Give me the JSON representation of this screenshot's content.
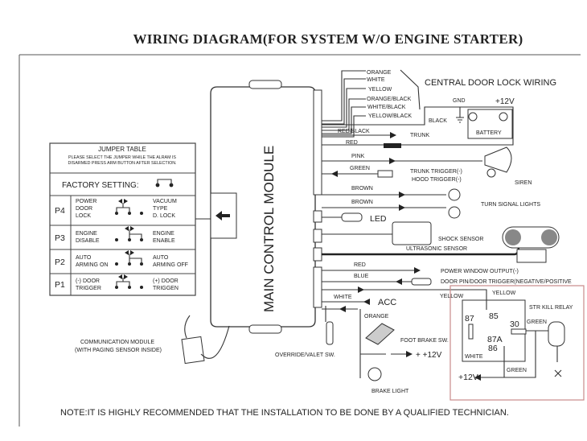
{
  "title": "WIRING  DIAGRAM(FOR SYSTEM W/O ENGINE STARTER)",
  "module_label": "MAIN CONTROL MODULE",
  "jumper_table": {
    "title": "JUMPER TABLE",
    "instructions_1": "PLEASE SELECT THE JUMPER WHILE THE ALRAM IS",
    "instructions_2": "DISARMED PRESS ARM BUTTON AFTER SELECTION.",
    "factory_setting": "FACTORY SETTING:",
    "rows": [
      {
        "id": "P4",
        "left": [
          "POWER",
          "DOOR",
          "LOCK"
        ],
        "right": [
          "VACUUM",
          "TYPE",
          "D. LOCK"
        ]
      },
      {
        "id": "P3",
        "left": [
          "ENGINE",
          "DISABLE"
        ],
        "right": [
          "ENGINE",
          "ENABLE"
        ]
      },
      {
        "id": "P2",
        "left": [
          "AUTO",
          "ARMING  ON"
        ],
        "right": [
          "AUTO",
          "ARMING  OFF"
        ]
      },
      {
        "id": "P1",
        "left": [
          "(-) DOOR",
          "TRIGGER"
        ],
        "right": [
          "(+) DOOR",
          "TRIGGEN"
        ]
      }
    ]
  },
  "door_lock": {
    "heading": "CENTRAL DOOR LOCK WIRING",
    "wires": [
      "ORANGE",
      "WHITE",
      "YELLOW",
      "ORANGE/BLACK",
      "WHITE/BLACK",
      "YELLOW/BLACK"
    ],
    "gnd": "GND",
    "plus12v": "+12V",
    "black": "BLACK",
    "battery": "BATTERY"
  },
  "wires": {
    "red_black": "RED/BLACK",
    "trunk": "TRUNK",
    "red": "RED",
    "pink": "PINK",
    "green": "GREEN",
    "trunk_trigger": "TRUNK TRIGGER(-)",
    "hood_trigger": "HOOD TRIGGER(-)",
    "siren": "SIREN",
    "brown1": "BROWN",
    "brown2": "BROWN",
    "turn_signal": "TURN SIGNAL LIGHTS",
    "led": "LED",
    "shock_sensor": "SHOCK SENSOR",
    "ultrasonic": "ULTRASONIC  SENSOR",
    "red2": "RED",
    "power_window": "POWER WINDOW OUTPUT(-)",
    "blue": "BLUE",
    "door_pin": "DOOR PIN/DOOR TRIGGER(NEGATIVE/POSITIVE",
    "white": "WHITE",
    "acc": "ACC",
    "orange": "ORANGE",
    "foot_brake": "FOOT BRAKE SW.",
    "plus12v": "+  +12V",
    "override": "OVERRIDE/VALET SW.",
    "brake_light": "BRAKE LIGHT"
  },
  "relay": {
    "yellow_left": "YELLOW",
    "yellow_top": "YELLOW",
    "title": "STR KILL RELAY",
    "p87": "87",
    "p85": "85",
    "p30": "30",
    "p87a": "87A",
    "p86": "86",
    "green1": "GREEN",
    "white": "WHITE",
    "green2": "GREEN",
    "plus12v": "+12V"
  },
  "comm_module": {
    "line1": "COMMUNICATION MODULE",
    "line2": "(WITH PAGING SENSOR INSIDE)"
  },
  "note": "NOTE:IT IS HIGHLY RECOMMENDED THAT THE INSTALLATION TO BE DONE BY A QUALIFIED TECHNICIAN.",
  "colors": {
    "relay_box": "#c98a8a",
    "ink": "#222222"
  }
}
